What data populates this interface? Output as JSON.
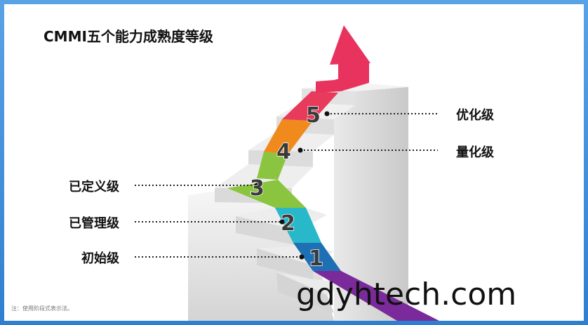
{
  "title": "CMMI五个能力成熟度等级",
  "levels": [
    {
      "number": "1",
      "name": "初始级",
      "color": "#1f6fb5"
    },
    {
      "number": "2",
      "name": "已管理级",
      "color": "#28b8c9"
    },
    {
      "number": "3",
      "name": "已定义级",
      "color": "#8bc53f"
    },
    {
      "number": "4",
      "name": "量化级",
      "color": "#f08a1c"
    },
    {
      "number": "5",
      "name": "优化级",
      "color": "#e83a5a"
    }
  ],
  "note": "注：使用阶段式表示法。",
  "watermark": "gdyhtech.com",
  "colors": {
    "arrow": "#e8335e",
    "tail": "#7a2a9a",
    "step_top": "#f2f2f2",
    "step_front": "#d9d9d9",
    "step_side": "#c4c4c4"
  }
}
